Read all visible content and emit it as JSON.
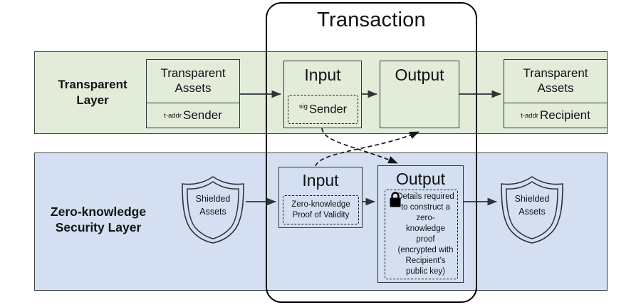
{
  "diagram": {
    "title": "Transaction",
    "layers": [
      {
        "id": "transparent",
        "label": "Transparent\nLayer",
        "label_line1": "Transparent",
        "label_line2": "Layer",
        "color": "#e3ecd9"
      },
      {
        "id": "zero-knowledge",
        "label_line1": "Zero-knowledge",
        "label_line2": "Security Layer",
        "color": "#d4e0f1"
      }
    ]
  },
  "transparent_layer": {
    "sender_assets": {
      "title_line1": "Transparent",
      "title_line2": "Assets",
      "addr_type": "t-addr",
      "party": "Sender"
    },
    "input": {
      "title": "Input",
      "inner_sup": "sig",
      "inner_label": "Sender"
    },
    "output": {
      "title": "Output"
    },
    "recipient_assets": {
      "title_line1": "Transparent",
      "title_line2": "Assets",
      "addr_type": "t-addr",
      "party": "Recipient"
    }
  },
  "zk_layer": {
    "shield_left": {
      "line1": "Shielded",
      "line2": "Assets"
    },
    "input": {
      "title": "Input",
      "inner_line1": "Zero-knowledge",
      "inner_line2": "Proof of Validity"
    },
    "output": {
      "title": "Output",
      "icon": "lock-icon",
      "inner_text": "Details required to construct a zero-knowledge proof (encrypted with Recipient’s public key)"
    },
    "shield_right": {
      "line1": "Shielded",
      "line2": "Assets"
    }
  },
  "colors": {
    "transparent_layer_fill": "#e3ecd9",
    "zk_layer_fill": "#d4e0f1",
    "stroke": "#2f3437",
    "transaction_stroke": "#000000"
  }
}
